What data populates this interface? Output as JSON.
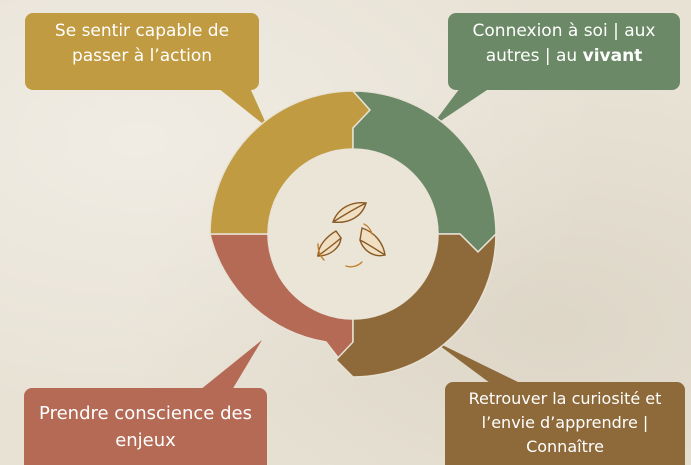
{
  "colors": {
    "gold": "#c09b41",
    "green": "#6b8966",
    "brown": "#8e6a3a",
    "terracotta": "#b46a55",
    "background": "#e8e2d5"
  },
  "center_icon": "recycling-leaves-icon",
  "steps": {
    "top_left": {
      "label": "Se sentir capable de passer à l’action"
    },
    "top_right": {
      "label_main": "Connexion à soi | aux autres | au ",
      "label_bold": "vivant"
    },
    "bottom_right": {
      "label": "Retrouver la curiosité et l’envie d’apprendre | Connaître"
    },
    "bottom_left": {
      "label": "Prendre conscience des enjeux"
    }
  }
}
